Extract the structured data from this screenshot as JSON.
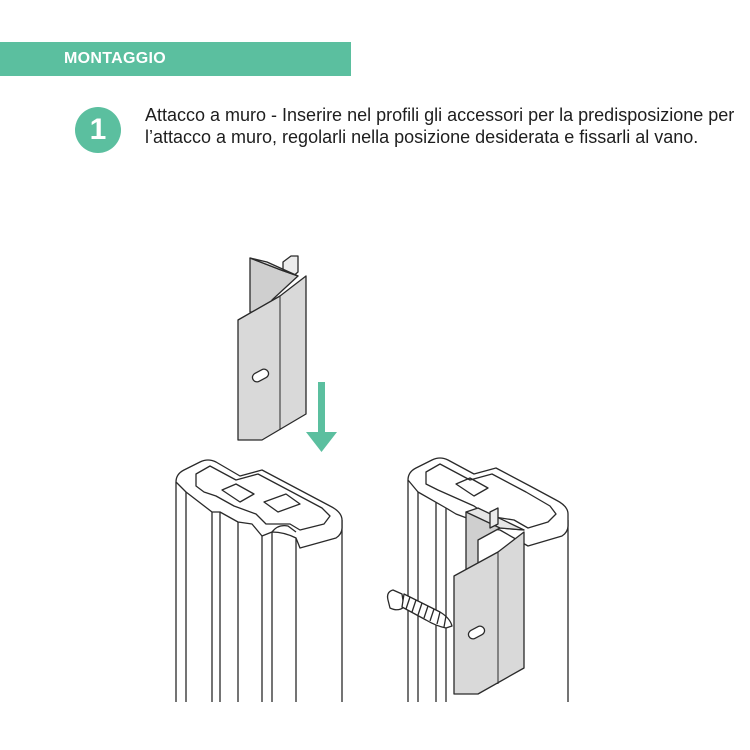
{
  "header": {
    "title": "MONTAGGIO",
    "band_color": "#5bbf9f"
  },
  "step": {
    "number": "1",
    "text": "Attacco a muro - Inserire nel profili gli accessori per la predisposizione per l’attacco a muro, regolarli nella posizione desiderata e fissarli al vano."
  },
  "illustration": {
    "arrow_color": "#5bbf9f",
    "bracket_color": "#d9d9d9",
    "outline_color": "#2a2a2a",
    "icons": [
      "wall-bracket-icon",
      "down-arrow-icon",
      "door-frame-profile-icon",
      "screw-icon"
    ]
  }
}
